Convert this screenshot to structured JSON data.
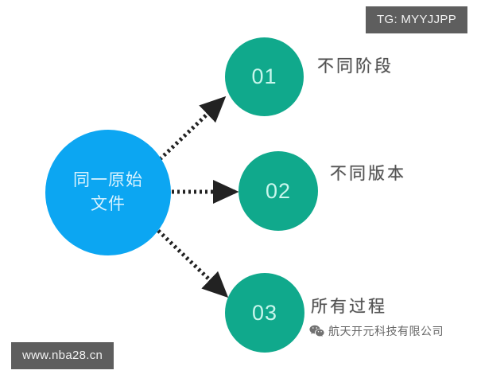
{
  "diagram": {
    "root": {
      "label": "同一原始\n文件",
      "color": "#0CA6F2",
      "text_color": "#d9f3ff"
    },
    "branch_color": "#10A98C",
    "branch_text_color": "#c8f6ec",
    "connector_color": "#222222",
    "branches": [
      {
        "number": "01",
        "label": "不同阶段"
      },
      {
        "number": "02",
        "label": "不同版本"
      },
      {
        "number": "03",
        "label": "所有过程"
      }
    ]
  },
  "watermarks": {
    "tg_badge": "TG: MYYJJPP",
    "url_badge": "www.nba28.cn",
    "wechat_account": "航天开元科技有限公司",
    "badge_bg": "#5e5e5e",
    "badge_text_color": "#f2f2f2",
    "wechat_icon": "wechat-icon"
  }
}
